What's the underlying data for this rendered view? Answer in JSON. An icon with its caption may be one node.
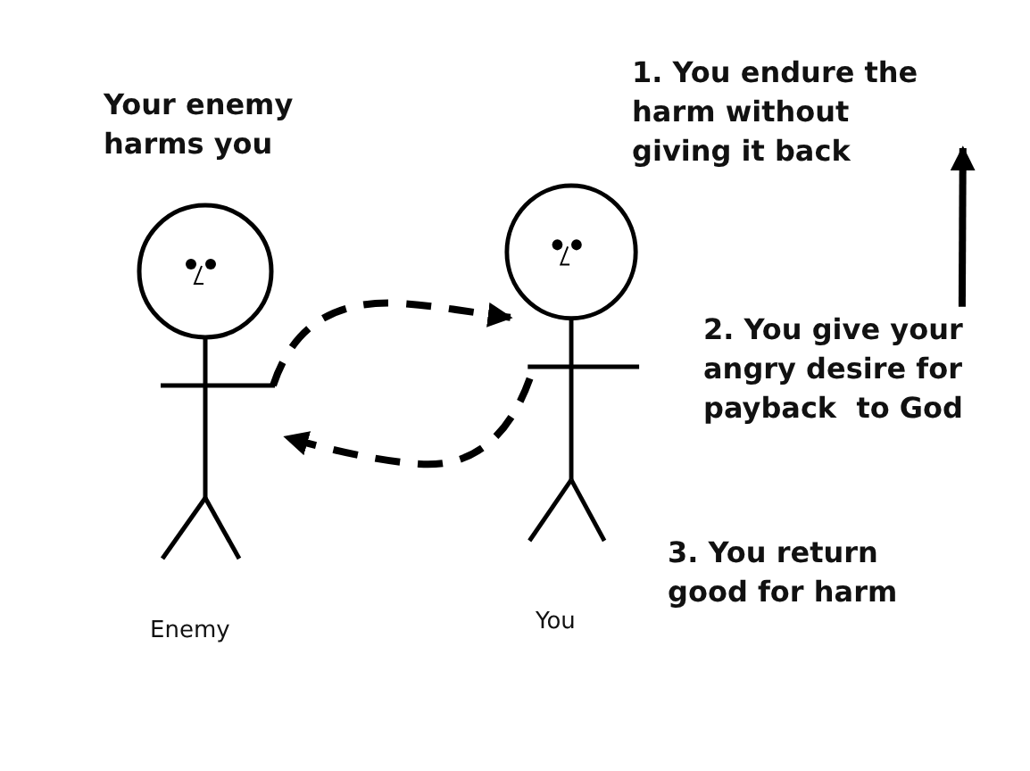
{
  "diagram": {
    "nodes": [
      {
        "text": [],
        "shape": "person",
        "beside": [
          "Enemy"
        ]
      },
      {
        "text": [],
        "shape": "person",
        "beside": [
          "You"
        ]
      },
      {
        "text": [
          "1. You endure the harm without giving it back"
        ]
      },
      {
        "text": [
          "2. You give your angry desire for payback  to God"
        ]
      }
    ],
    "edges": [
      {
        "from": 0,
        "to": 1,
        "arrow": "to",
        "style": "dashed"
      },
      {
        "from": 1,
        "to": 0,
        "arrow": "to",
        "style": "dashed"
      },
      {
        "from": 3,
        "to": 2,
        "arrow": "to"
      }
    ],
    "labels": [
      "Your enemy harms you",
      "3. You return good for harm"
    ]
  }
}
